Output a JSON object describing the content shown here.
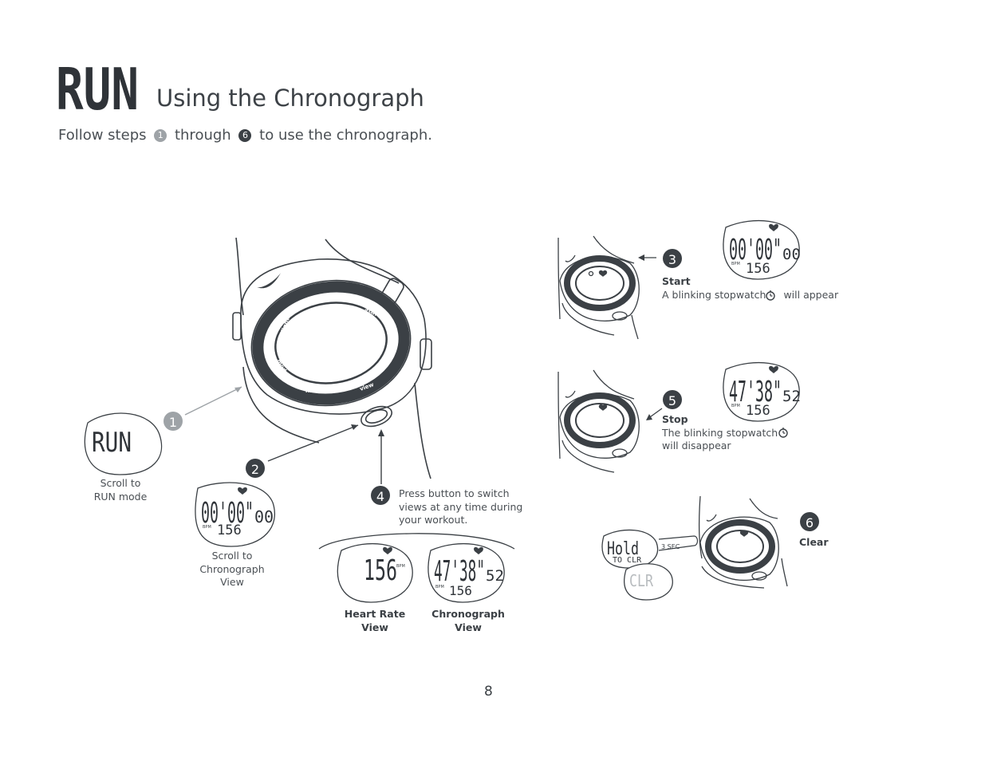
{
  "header": {
    "mode_logo": "RUN",
    "title": "Using the Chronograph"
  },
  "intro": {
    "before": "Follow steps",
    "step_first": "1",
    "middle": "through",
    "step_last": "6",
    "after": "to use the chronograph."
  },
  "watch": {
    "bezel_labels": {
      "set_light": "set / light",
      "start": "start",
      "stop": "stop",
      "mode": "mode",
      "view": "view",
      "water": "h2O 50m"
    }
  },
  "steps": {
    "s1": {
      "num": "1",
      "display": "RUN",
      "caption_line1": "Scroll to",
      "caption_line2": "RUN mode"
    },
    "s2": {
      "num": "2",
      "display_time": "00'00\"",
      "display_sub": "00",
      "display_bpm_label": "BPM",
      "display_bpm": "156",
      "caption_line1": "Scroll to",
      "caption_line2": "Chronograph",
      "caption_line3": "View"
    },
    "s3": {
      "num": "3",
      "label": "Start",
      "desc_before": "A blinking stopwatch",
      "desc_after": "will appear",
      "display_time": "00'00\"",
      "display_sub": "00",
      "display_bpm_label": "BPM",
      "display_bpm": "156"
    },
    "s4": {
      "num": "4",
      "text_line1": "Press button to switch",
      "text_line2": "views at any time during",
      "text_line3": "your workout.",
      "hr_display": "156",
      "hr_bpm_label": "BPM",
      "hr_caption_line1": "Heart Rate",
      "hr_caption_line2": "View",
      "chrono_display_time": "47'38\"",
      "chrono_display_sub": "52",
      "chrono_bpm_label": "BPM",
      "chrono_bpm": "156",
      "chrono_caption_line1": "Chronograph",
      "chrono_caption_line2": "View"
    },
    "s5": {
      "num": "5",
      "label": "Stop",
      "desc_line1_before": "The blinking stopwatch",
      "desc_line2": "will disappear",
      "display_time": "47'38\"",
      "display_sub": "52",
      "display_bpm_label": "BPM",
      "display_bpm": "156"
    },
    "s6": {
      "num": "6",
      "label": "Clear",
      "hold_line1": "Hold",
      "hold_line2": "TO CLR",
      "clr": "CLR",
      "duration": "3 SEC"
    }
  },
  "footer": {
    "page_number": "8"
  },
  "colors": {
    "ink": "#3b4045",
    "grey": "#9ea3a7",
    "light_grey": "#b8bcbf"
  }
}
